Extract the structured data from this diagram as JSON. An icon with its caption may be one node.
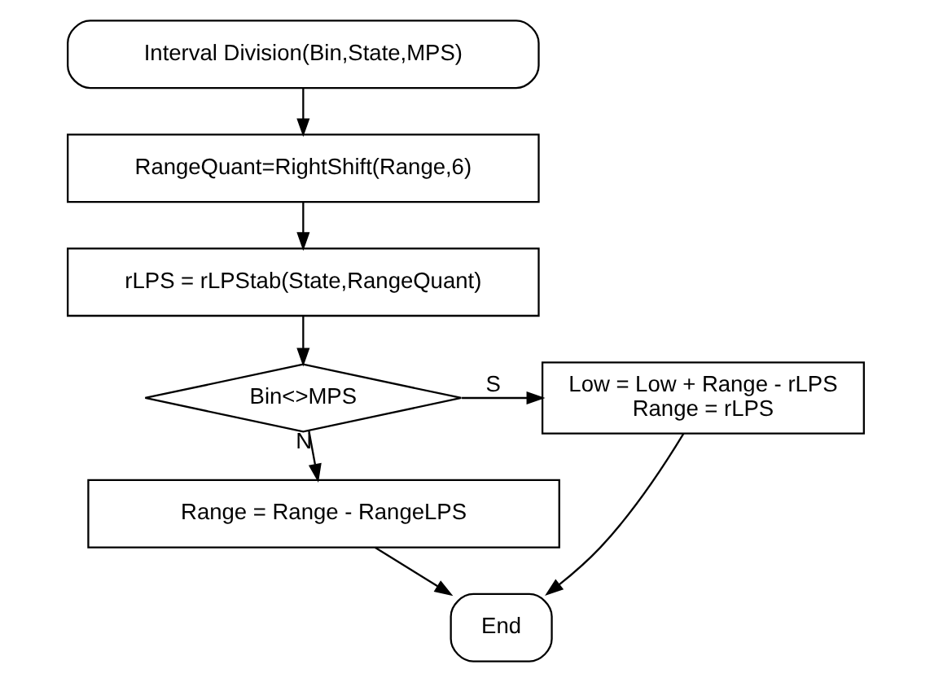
{
  "diagram": {
    "nodes": [
      {
        "text": [
          "Interval Division(Bin,State,MPS)"
        ]
      },
      {
        "text": [
          "RangeQuant=RightShift(Range,6)"
        ]
      },
      {
        "text": [
          "rLPS = rLPStab(State,RangeQuant)"
        ]
      },
      {
        "text": [
          "Bin<>MPS"
        ]
      },
      {
        "text": [
          "Low = Low + Range - rLPS",
          "Range = rLPS"
        ]
      },
      {
        "text": [
          "Range = Range - RangeLPS"
        ]
      },
      {
        "text": [
          "End"
        ]
      }
    ],
    "edges": [
      {
        "from": 0,
        "to": 1,
        "arrow": "to"
      },
      {
        "from": 1,
        "to": 2,
        "arrow": "to"
      },
      {
        "from": 2,
        "to": 3,
        "arrow": "to"
      },
      {
        "from": 3,
        "to": 4,
        "arrow": "to",
        "label": "S"
      },
      {
        "from": 3,
        "to": 5,
        "arrow": "to",
        "label": "N"
      },
      {
        "from": 5,
        "to": 6,
        "arrow": "to"
      },
      {
        "from": 4,
        "to": 6,
        "arrow": "to"
      }
    ]
  }
}
